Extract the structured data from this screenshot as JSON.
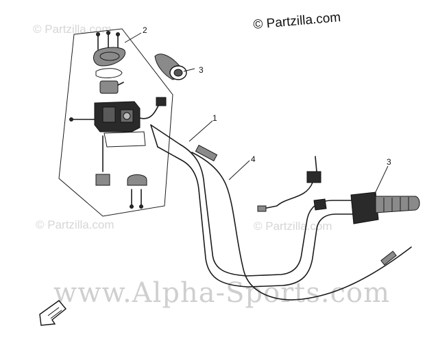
{
  "copyright": "© Partzilla.com",
  "watermarks": {
    "partzilla_small": "© Partzilla.com",
    "alpha_sports": "www.Alpha-Sports.com"
  },
  "callouts": [
    {
      "id": "grip-left",
      "label": "3"
    },
    {
      "id": "switch-assembly",
      "label": "2"
    },
    {
      "id": "handlebar",
      "label": "1"
    },
    {
      "id": "throttle-cable",
      "label": "4"
    },
    {
      "id": "grip-right",
      "label": "3"
    }
  ],
  "colors": {
    "line": "#1a1a1a",
    "watermark": "#cfcfcf",
    "background": "#ffffff"
  },
  "icons": {
    "direction": "front-arrow-icon"
  }
}
